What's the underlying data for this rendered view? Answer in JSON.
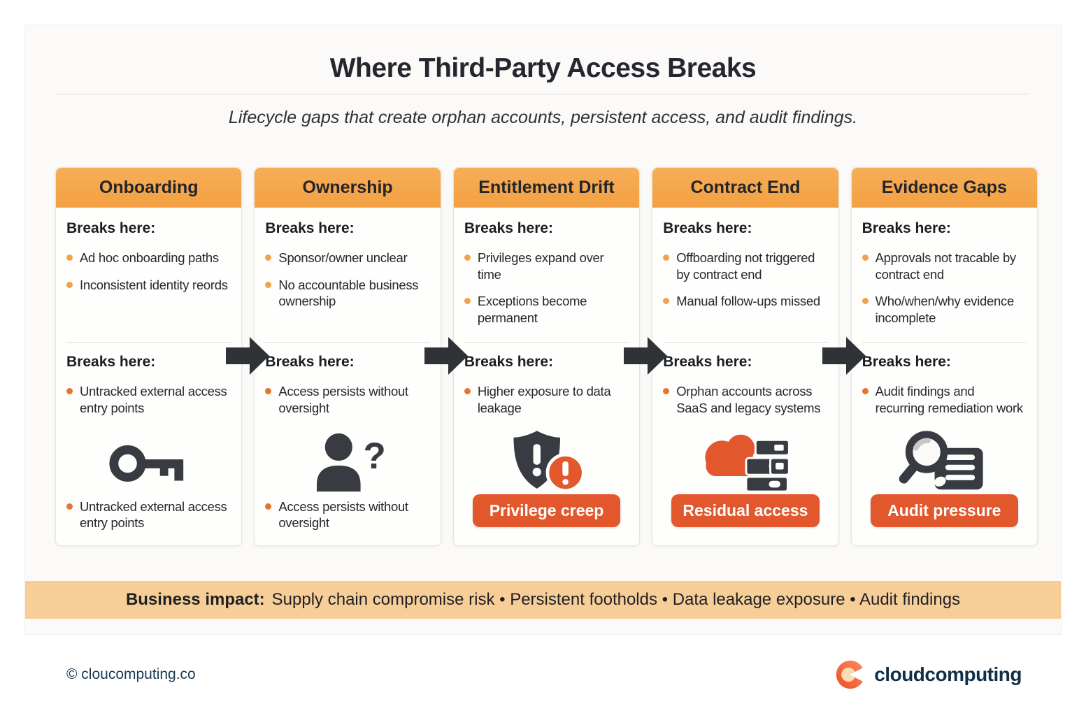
{
  "page": {
    "title": "Where Third-Party Access Breaks",
    "subtitle": "Lifecycle gaps that create orphan accounts, persistent access, and audit findings."
  },
  "columns": [
    {
      "header": "Onboarding",
      "top": {
        "heading": "Breaks here:",
        "bullets": [
          "Ad hoc onboarding paths",
          "Inconsistent identity reords"
        ]
      },
      "bottom": {
        "heading": "Breaks here:",
        "bullet": "Untracked external access entry points",
        "icon": "key-icon",
        "tail_bullet": "Untracked external access entry points"
      }
    },
    {
      "header": "Ownership",
      "top": {
        "heading": "Breaks here:",
        "bullets": [
          "Sponsor/owner unclear",
          "No accountable business ownership"
        ]
      },
      "bottom": {
        "heading": "Breaks here:",
        "bullet": "Access persists without oversight",
        "icon": "person-question-icon",
        "tail_bullet": "Access persists without oversight"
      }
    },
    {
      "header": "Entitlement Drift",
      "top": {
        "heading": "Breaks here:",
        "bullets": [
          "Privileges expand over time",
          "Exceptions become permanent"
        ]
      },
      "bottom": {
        "heading": "Breaks here:",
        "bullet": "Higher exposure to data leakage",
        "icon": "shield-alert-icon",
        "badge": "Privilege creep"
      }
    },
    {
      "header": "Contract End",
      "top": {
        "heading": "Breaks here:",
        "bullets": [
          "Offboarding not triggered by contract end",
          "Manual follow-ups missed"
        ]
      },
      "bottom": {
        "heading": "Breaks here:",
        "bullet": "Orphan accounts across SaaS and legacy systems",
        "icon": "cloud-servers-icon",
        "badge": "Residual access"
      }
    },
    {
      "header": "Evidence Gaps",
      "top": {
        "heading": "Breaks here:",
        "bullets": [
          "Approvals not tracable by contract end",
          "Who/when/why evidence incomplete"
        ]
      },
      "bottom": {
        "heading": "Breaks here:",
        "bullet": "Audit findings and recurring remediation work",
        "icon": "magnifier-report-icon",
        "badge": "Audit pressure"
      }
    }
  ],
  "banner": {
    "label": "Business impact:",
    "items": "Supply chain compromise risk • Persistent footholds • Data leakage exposure • Audit findings"
  },
  "footer": {
    "copyright": "© cloucomputing.co",
    "brand": "cloudcomputing"
  },
  "colors": {
    "header_orange": "#F5A74C",
    "badge_orange": "#E2572B",
    "banner_orange": "#F7CE98",
    "bullet_top": "#F2A24C",
    "bullet_bottom": "#E8722F",
    "arrow_dark": "#2F3338",
    "icon_dark": "#383C42",
    "footer_navy": "#16384F",
    "logo_orange": "#F1562E"
  }
}
